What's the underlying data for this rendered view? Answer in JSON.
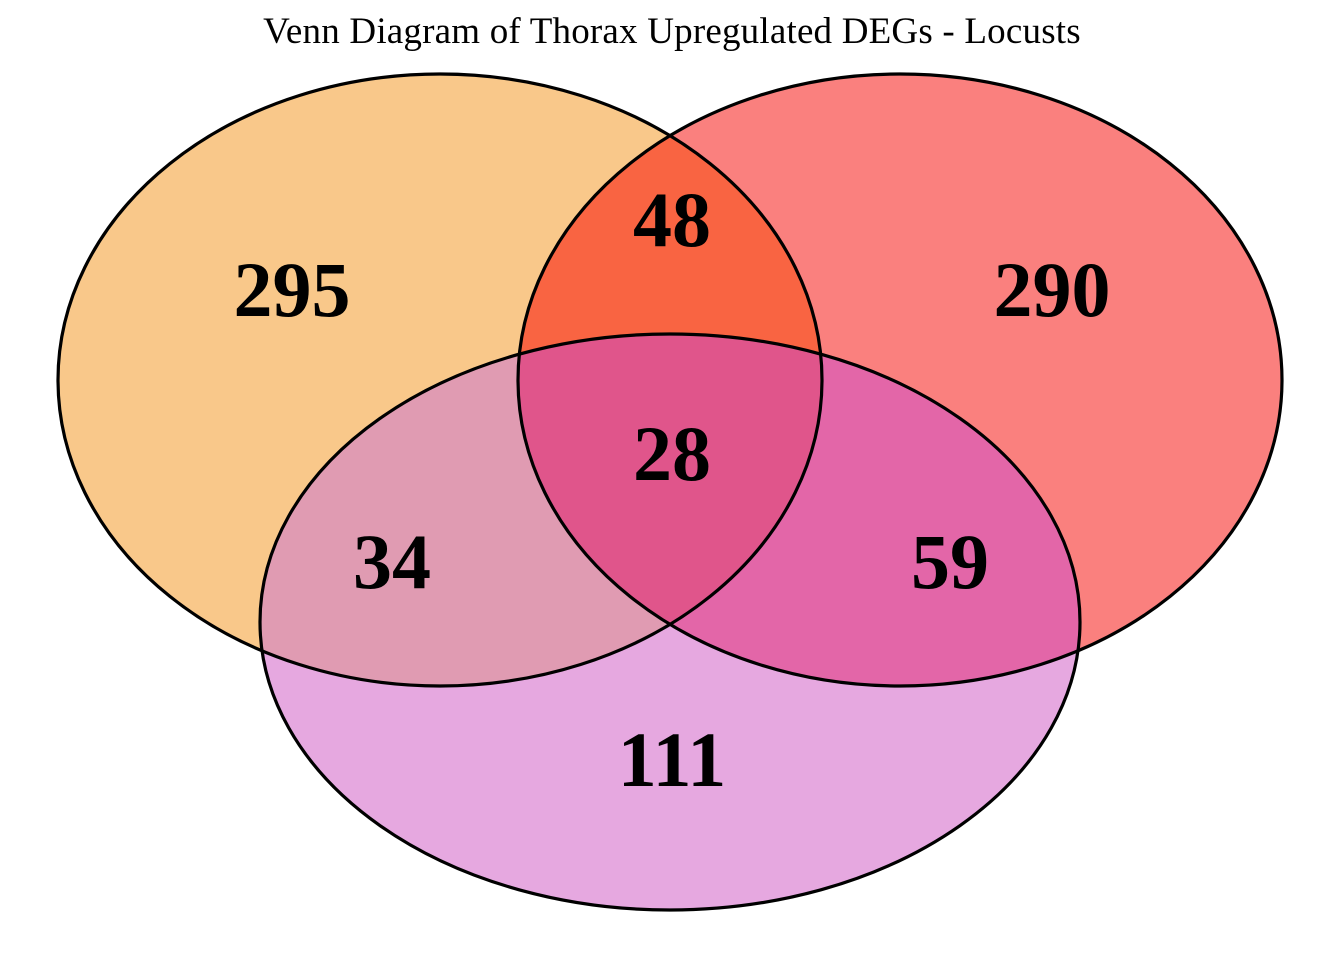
{
  "title": "Venn Diagram of Thorax Upregulated DEGs - Locusts",
  "chart_data": {
    "type": "venn",
    "title": "Venn Diagram of Thorax Upregulated DEGs - Locusts",
    "xlabel": "",
    "ylabel": "",
    "sets": 3,
    "set_labels": [
      "",
      "",
      ""
    ],
    "regions": [
      {
        "id": "A-only",
        "label": "295",
        "value": 295,
        "sets": [
          "A"
        ],
        "fill": "#F9C88A"
      },
      {
        "id": "B-only",
        "label": "290",
        "value": 290,
        "sets": [
          "B"
        ],
        "fill": "#FA807E"
      },
      {
        "id": "C-only",
        "label": "111",
        "value": 111,
        "sets": [
          "C"
        ],
        "fill": "#E6A8E0"
      },
      {
        "id": "AB",
        "label": "48",
        "value": 48,
        "sets": [
          "A",
          "B"
        ],
        "fill": "#F96442"
      },
      {
        "id": "AC",
        "label": "34",
        "value": 34,
        "sets": [
          "A",
          "C"
        ],
        "fill": "#E09BB2"
      },
      {
        "id": "BC",
        "label": "59",
        "value": 59,
        "sets": [
          "B",
          "C"
        ],
        "fill": "#E366A8"
      },
      {
        "id": "ABC",
        "label": "28",
        "value": 28,
        "sets": [
          "A",
          "B",
          "C"
        ],
        "fill": "#E0558B"
      }
    ],
    "values": [
      295,
      290,
      111,
      48,
      34,
      59,
      28
    ],
    "categories": [
      "A-only",
      "B-only",
      "C-only",
      "AB",
      "AC",
      "BC",
      "ABC"
    ],
    "grid": false,
    "legend": "none"
  },
  "counts": {
    "a_only": "295",
    "b_only": "290",
    "c_only": "111",
    "ab": "48",
    "ac": "34",
    "bc": "59",
    "abc": "28"
  },
  "colors": {
    "set_a_fill": "#F9C88A",
    "set_b_fill": "#FA807E",
    "set_c_fill": "#E6A8E0",
    "ab_fill": "#F96442",
    "ac_fill": "#E09BB2",
    "bc_fill": "#E366A8",
    "abc_fill": "#E0558B",
    "outline": "#000000",
    "background": "#FFFFFF",
    "text": "#000000"
  }
}
